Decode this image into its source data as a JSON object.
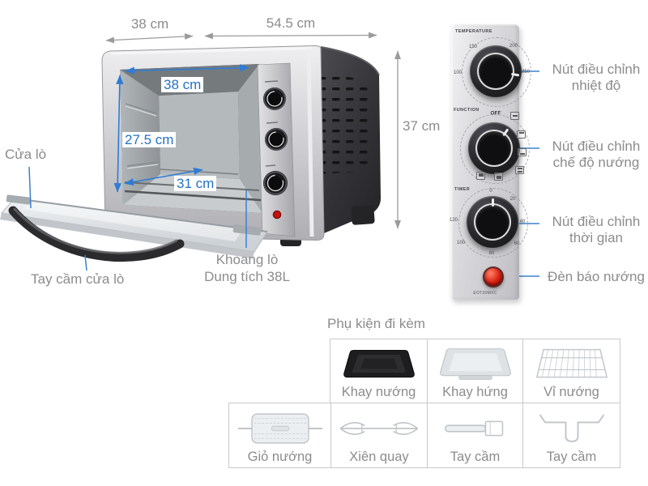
{
  "dimensions": {
    "outer_depth": "38 cm",
    "outer_width": "54.5 cm",
    "outer_height": "37 cm",
    "inner_width": "38 cm",
    "inner_height": "27.5 cm",
    "inner_depth": "31 cm"
  },
  "callouts": {
    "door": "Cửa lò",
    "door_handle": "Tay cầm cửa lò",
    "cavity_line1": "Khoang lò",
    "cavity_line2": "Dung tích 38L",
    "temp_line1": "Nút điều chỉnh",
    "temp_line2": "nhiệt độ",
    "function_line1": "Nút điều chỉnh",
    "function_line2": "chế độ nướng",
    "timer_line1": "Nút điều chỉnh",
    "timer_line2": "thời gian",
    "indicator_light": "Đèn báo nướng"
  },
  "panel": {
    "temperature": {
      "label": "TEMPERATURE",
      "ticks": [
        "100",
        "150",
        "200",
        "250"
      ]
    },
    "function": {
      "label": "FUNCTION",
      "off": "OFF"
    },
    "timer": {
      "label": "TIMER",
      "ticks": [
        "0",
        "20",
        "40",
        "60",
        "80",
        "100",
        "120"
      ]
    },
    "model": "EOT30MXC"
  },
  "accessories": {
    "title": "Phụ kiện đi kèm",
    "items": [
      {
        "label": "Khay nướng",
        "icon": "baking-tray-icon"
      },
      {
        "label": "Khay hứng",
        "icon": "drip-tray-icon"
      },
      {
        "label": "Vỉ nướng",
        "icon": "wire-rack-icon"
      },
      {
        "label": "Giỏ nướng",
        "icon": "rotisserie-basket-icon"
      },
      {
        "label": "Xiên quay",
        "icon": "rotisserie-skewer-icon"
      },
      {
        "label": "Tay cầm",
        "icon": "tray-handle-icon"
      },
      {
        "label": "Tay cầm",
        "icon": "rack-handle-icon"
      }
    ]
  },
  "colors": {
    "annotation_blue": "#2472c8",
    "annotation_gray": "#8c8c8c",
    "indicator_red": "#d91c10",
    "grid_border": "#c9c9c9"
  }
}
